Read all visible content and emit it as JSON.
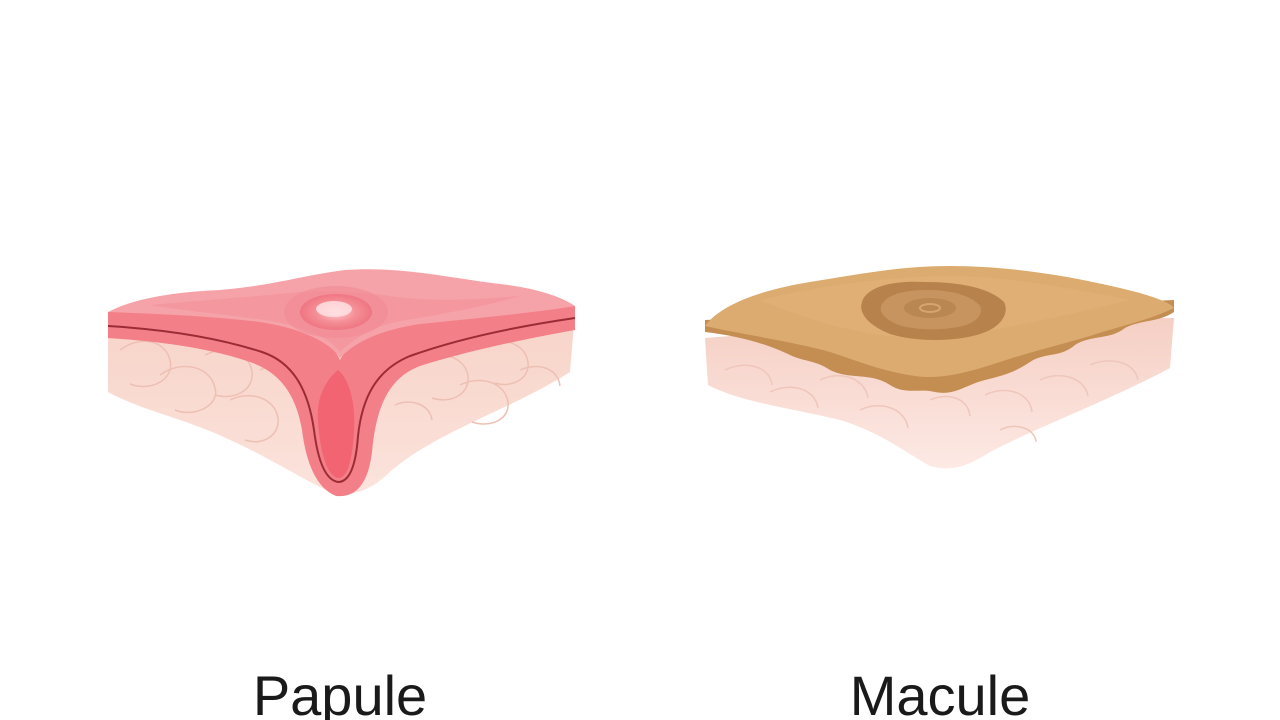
{
  "panels": [
    {
      "id": "papule",
      "label": "Papule",
      "skin_color": "#f4a3a5",
      "lesion_color": "#ec6b74"
    },
    {
      "id": "macule",
      "label": "Macule",
      "skin_color": "#dba96d",
      "lesion_color": "#c08a4f"
    }
  ]
}
